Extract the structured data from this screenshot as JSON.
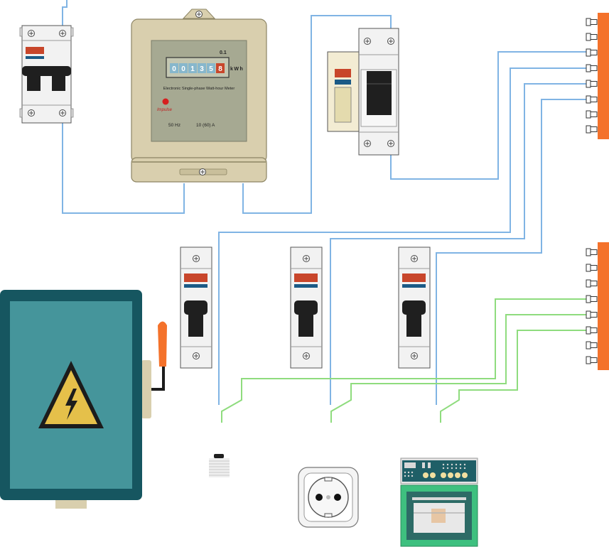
{
  "meter": {
    "reading_digits": [
      "0",
      "0",
      "1",
      "3",
      "5"
    ],
    "reading_decimal": "8",
    "resolution": "0.1",
    "unit": "kWh",
    "title": "Electronic Single-phase Watt-hour Meter",
    "impulse_label": "Impulse",
    "frequency": "50 Hz",
    "current_rating": "10 (60) A"
  },
  "colors": {
    "wire_blue": "#80b4e4",
    "wire_green": "#8fdc7e",
    "busbar": "#f4722b",
    "breaker_red": "#c8462b",
    "breaker_blue": "#1b5a86",
    "meter_body": "#d9cfae",
    "panel_dark": "#165660",
    "panel_face": "#45959b",
    "warning_yellow": "#e5c04a"
  },
  "icons": {
    "hazard": "high-voltage-warning-icon",
    "screw": "phillips-screw-icon"
  }
}
